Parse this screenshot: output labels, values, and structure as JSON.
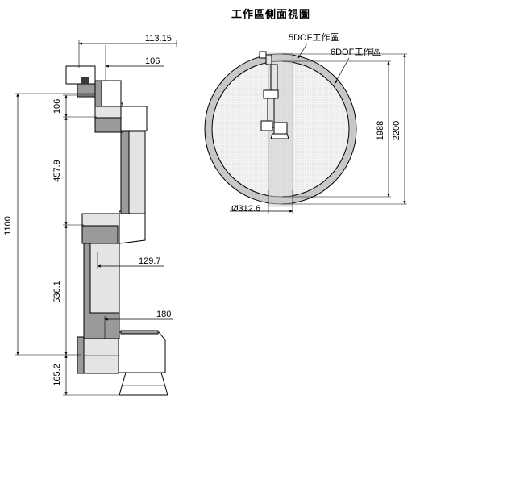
{
  "title": "工作區側面視圖",
  "left_view": {
    "dimensions": {
      "d113": "113.15",
      "d106_top": "106",
      "d106_side": "106",
      "d457": "457.9",
      "d1100": "1100",
      "d129": "129.7",
      "d536": "536.1",
      "d180": "180",
      "d165": "165.2"
    }
  },
  "right_view": {
    "labels": {
      "dof5": "5DOF工作區",
      "dof6": "6DOF工作區",
      "r1988": "1988",
      "r2200": "2200",
      "dia": "Ø312.6"
    }
  }
}
